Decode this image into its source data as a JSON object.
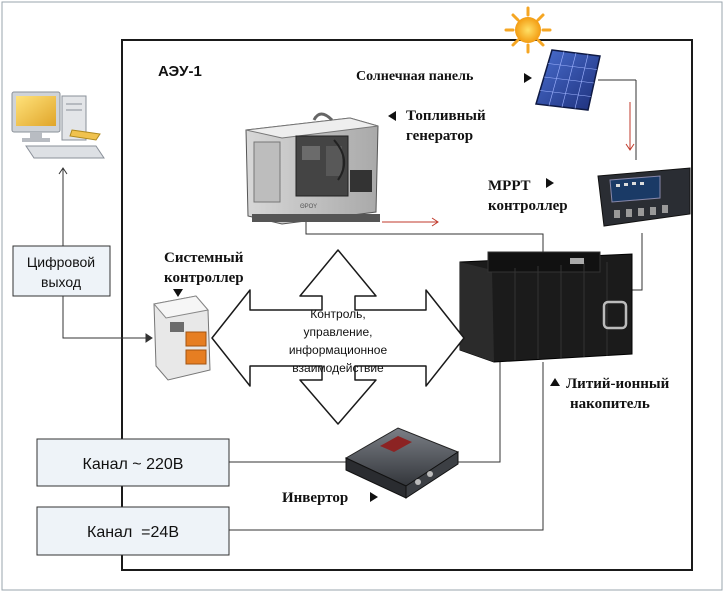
{
  "title": "АЭУ-1",
  "labels": {
    "solar_panel": "Солнечная панель",
    "fuel_generator_line1": "Топливный",
    "fuel_generator_line2": "генератор",
    "mppt_line1": "MPPT",
    "mppt_line2": "контроллер",
    "system_controller_line1": "Системный",
    "system_controller_line2": "контроллер",
    "battery_line1": "Литий-ионный",
    "battery_line2": "накопитель",
    "inverter": "Инвертор",
    "digital_output_line1": "Цифровой",
    "digital_output_line2": "выход"
  },
  "center_arrow": {
    "line1": "Контроль,",
    "line2": "управление,",
    "line3": "информационное",
    "line4": "взаимодействие"
  },
  "channels": {
    "ac": "Канал ~ 220В",
    "dc": "Канал  =24В"
  },
  "generator_badge": "ΘΡΟΥ",
  "colors": {
    "frame": "#1a1a1a",
    "flow_arrow": "#c0392b",
    "box_fill": "#eef3f8",
    "sun": "#f5a623"
  }
}
